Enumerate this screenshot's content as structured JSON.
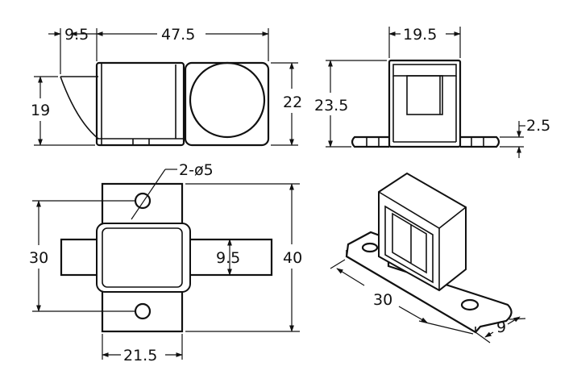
{
  "labels": {
    "side_left_width": "9.5",
    "side_total_width": "47.5",
    "side_height_left": "19",
    "side_height_right": "22",
    "end_width": "19.5",
    "end_height": "23.5",
    "end_flange_thickness": "2.5",
    "hole_callout": "2-ø5",
    "top_height": "30",
    "top_slot_width": "9.5",
    "top_overall": "40",
    "top_bottom_width": "21.5",
    "iso_length": "30",
    "iso_width": "9"
  }
}
